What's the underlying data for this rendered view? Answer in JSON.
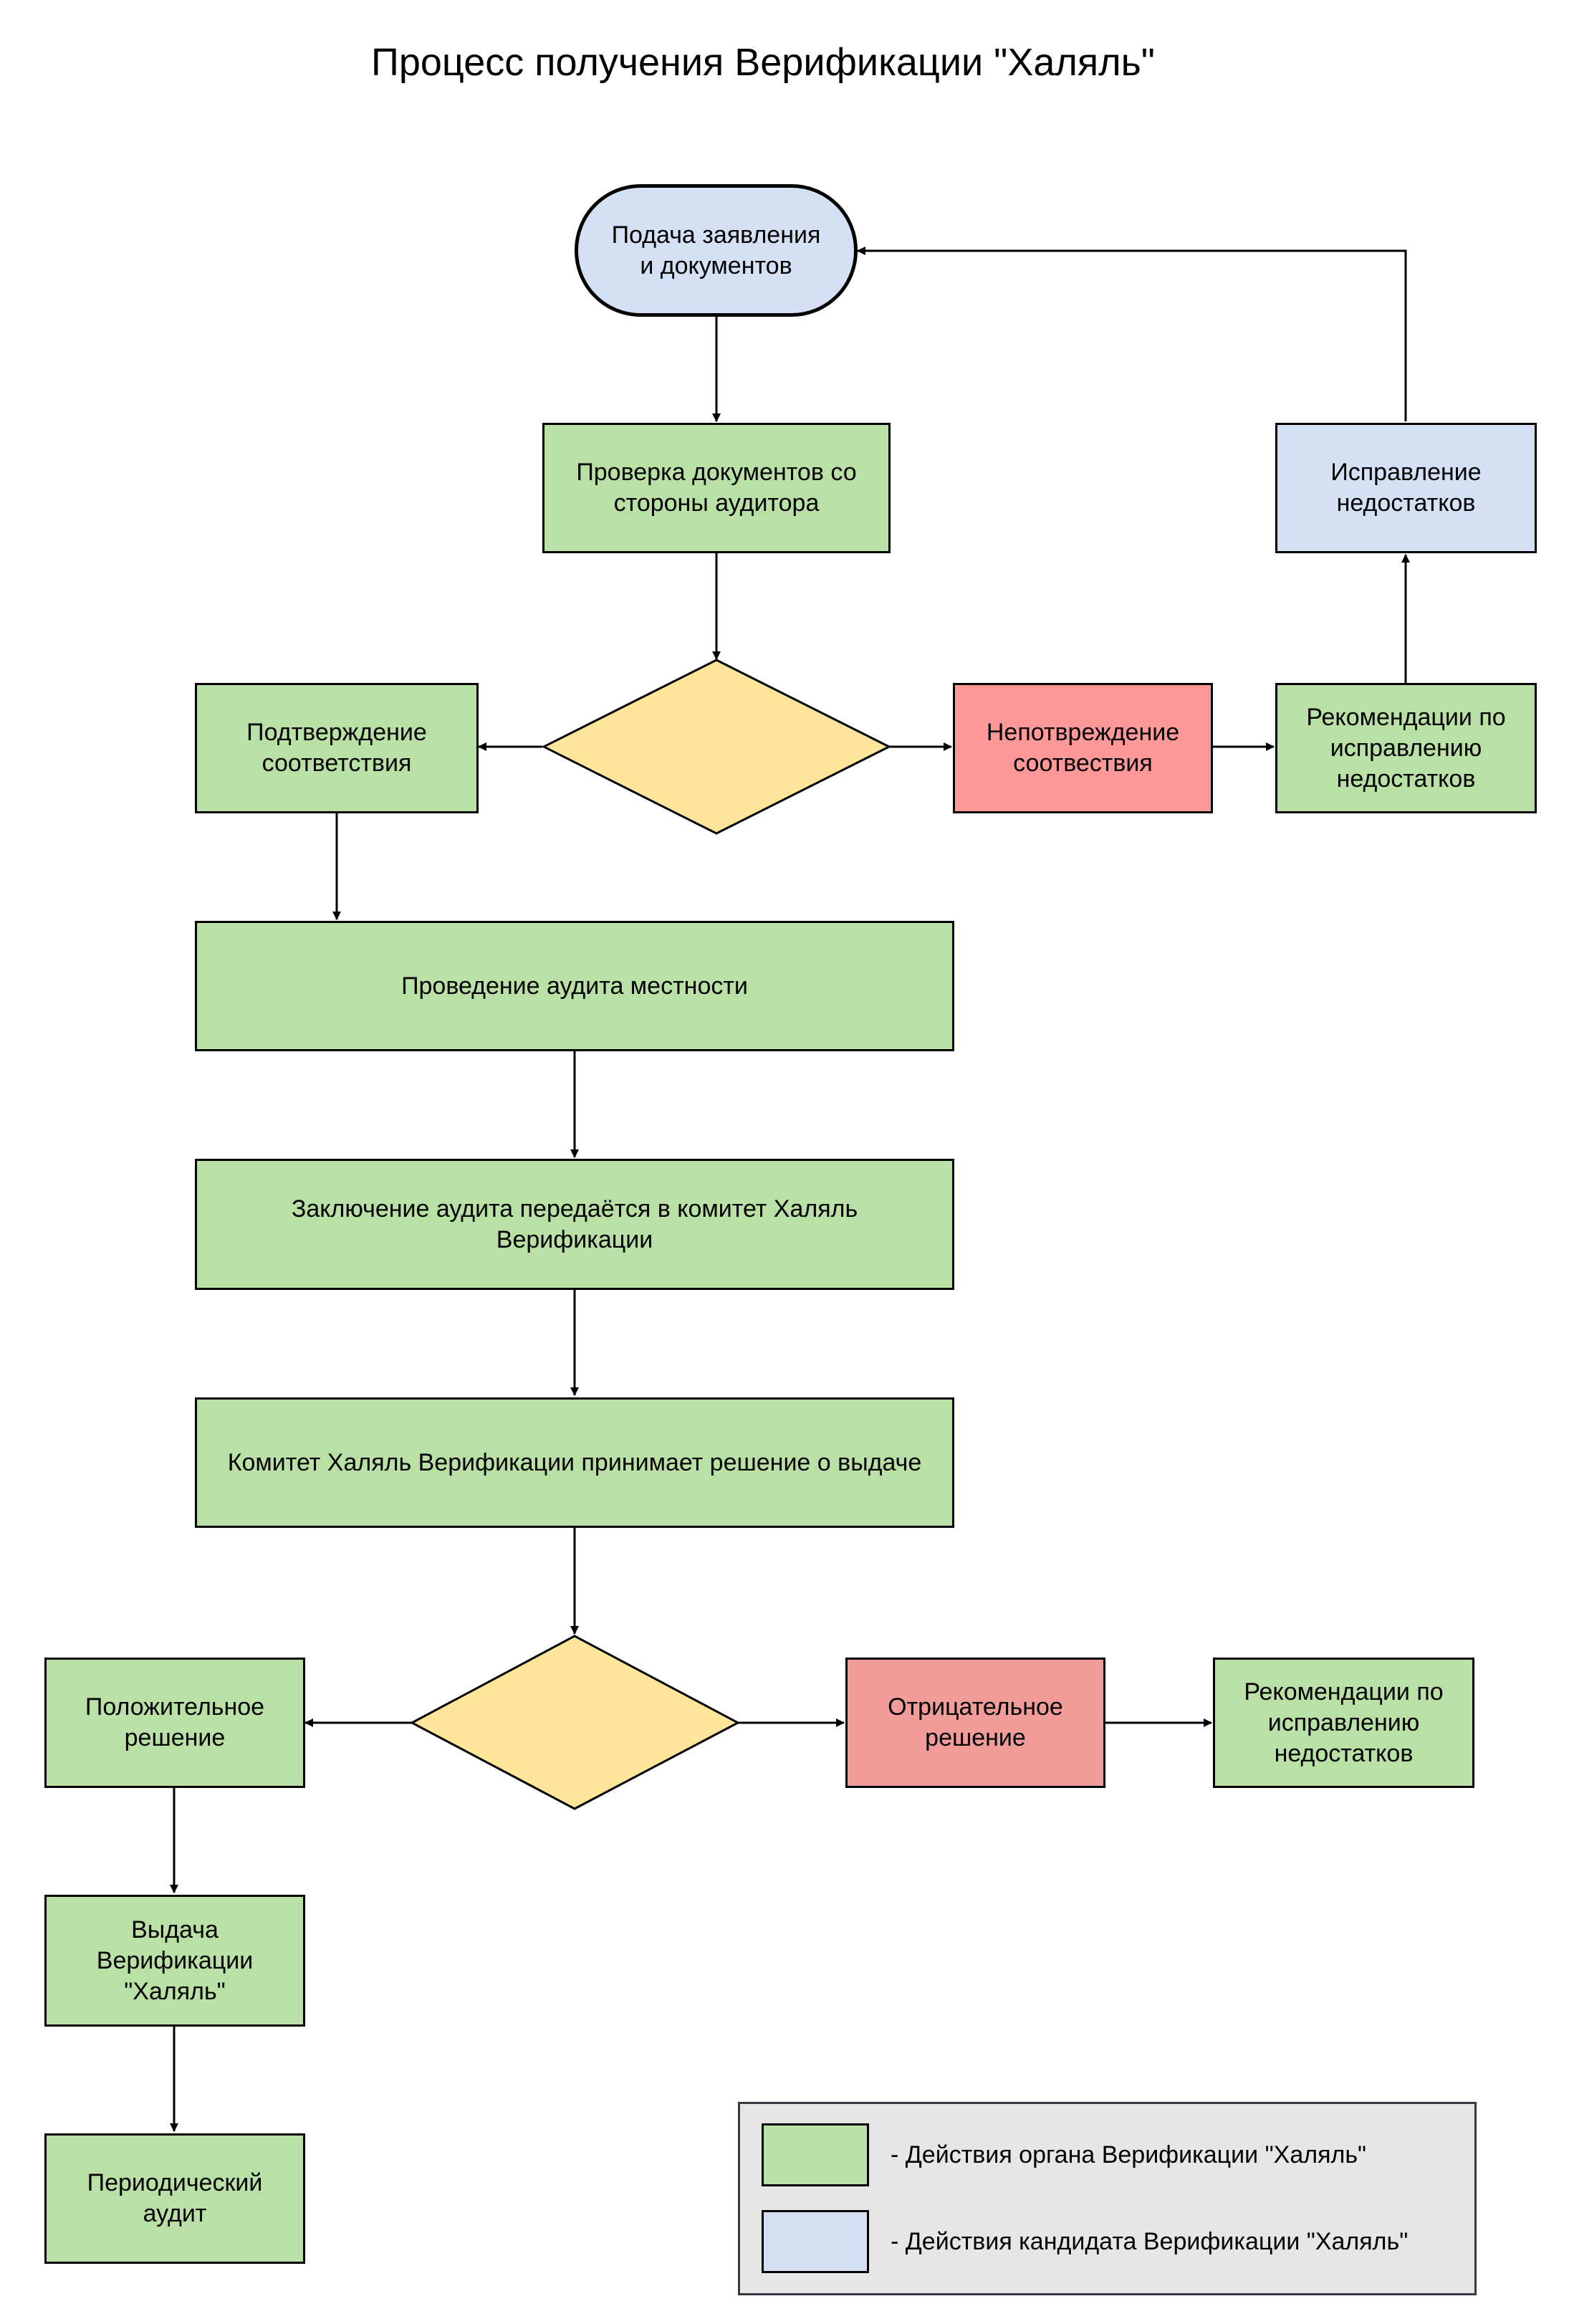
{
  "title": "Процесс получения Верификации \"Халяль\"",
  "colors": {
    "authority_action": "#b9e0a5",
    "candidate_action": "#d4e1f5",
    "negative": "#ff9999",
    "negative_alt": "#f19c99",
    "decision": "#ffe599",
    "legend_bg": "#e6e6e6"
  },
  "nodes": {
    "submit": "Подача заявления\nи документов",
    "doc_check": "Проверка документов со\nстороны аудитора",
    "fix_issues": "Исправление\nнедостатков",
    "confirm": "Подтверждение\nсоответствия",
    "not_confirm": "Непотвреждение\nсоотвествия",
    "recommend_1": "Рекомендации по\nисправлению\nнедостатков",
    "site_audit": "Проведение аудита местности",
    "audit_conclusion": "Заключение аудита передаётся в комитет Халяль\nВерификации",
    "committee": "Комитет Халяль Верификации принимает решение о выдаче",
    "positive": "Положительное\nрешение",
    "negative": "Отрицательное\nрешение",
    "recommend_2": "Рекомендации по\nисправлению\nнедостатков",
    "issue": "Выдача\nВерификации\n\"Халяль\"",
    "periodic": "Периодический\nаудит"
  },
  "legend": {
    "authority": "- Действия органа Верификации \"Халяль\"",
    "candidate": "- Действия кандидата Верификации \"Халяль\""
  }
}
